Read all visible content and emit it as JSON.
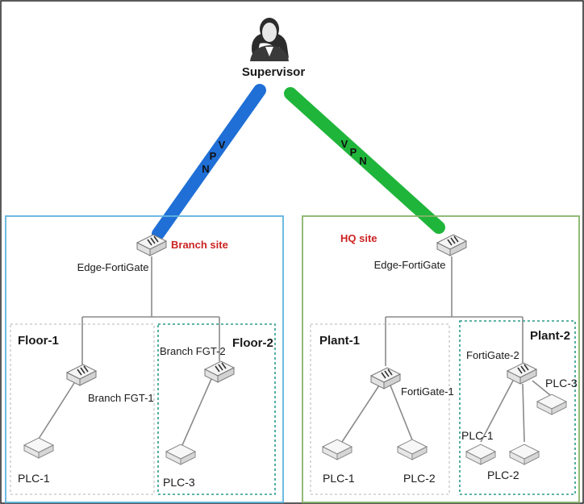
{
  "supervisor": {
    "label": "Supervisor"
  },
  "vpn": {
    "left_letters": [
      "N",
      "P",
      "V"
    ],
    "right_letters": [
      "V",
      "P",
      "N"
    ]
  },
  "colors": {
    "vpn_left": "#1f6fd6",
    "vpn_right": "#1fb53a",
    "branch_border": "#5fb3e0",
    "hq_border": "#86b46a",
    "site_label": "#cc2222",
    "dotted_gray": "#b5b5b5",
    "dotted_teal": "#2a9a8a"
  },
  "branch": {
    "site_label": "Branch site",
    "edge_label": "Edge-FortiGate",
    "floor1": {
      "title": "Floor-1",
      "fgt_label": "Branch FGT-1",
      "plc": "PLC-1"
    },
    "floor2": {
      "title": "Floor-2",
      "fgt_label": "Branch FGT-2",
      "plc": "PLC-3"
    }
  },
  "hq": {
    "site_label": "HQ site",
    "edge_label": "Edge-FortiGate",
    "plant1": {
      "title": "Plant-1",
      "fgt_label": "FortiGate-1",
      "plcs": [
        "PLC-1",
        "PLC-2"
      ]
    },
    "plant2": {
      "title": "Plant-2",
      "fgt_label": "FortiGate-2",
      "plcs": [
        "PLC-1",
        "PLC-2",
        "PLC-3"
      ]
    }
  }
}
